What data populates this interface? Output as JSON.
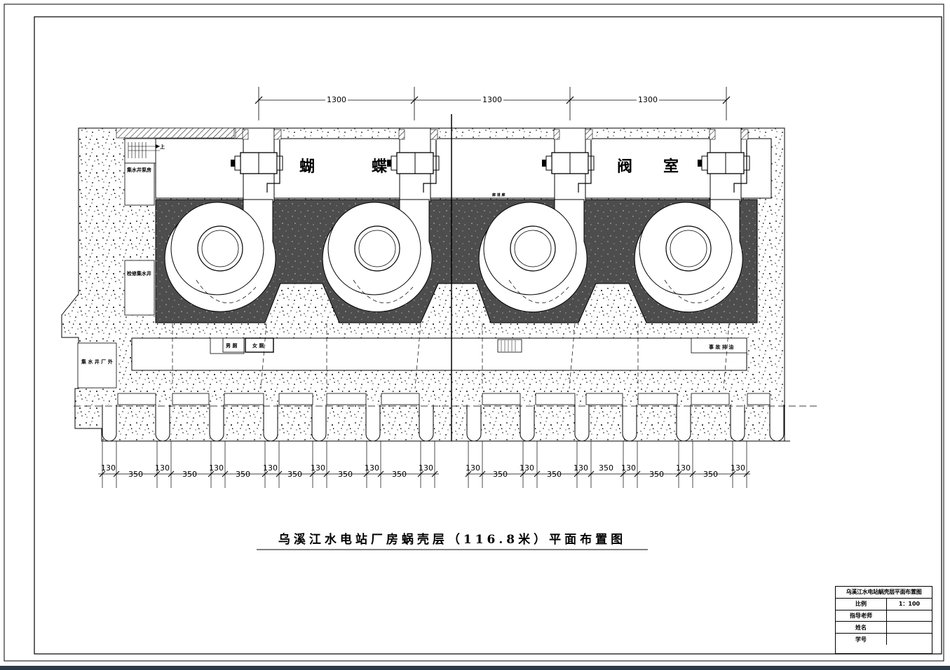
{
  "drawing": {
    "main_title": "乌溪江水电站厂房蜗壳层（116.8米）平面布置图",
    "room_labels": {
      "butterfly": "蝴",
      "butterfly2": "蝶",
      "valve": "阀",
      "room": "室",
      "collection_pump": "集水井泵房",
      "drain_well": "检修集水井",
      "outside_well": "集 水 井 厂 外",
      "men_wc": "男 厕",
      "women_wc": "女 厕",
      "accident_drain": "事 故 排 油",
      "corridor": "廊 道 廊",
      "stair_up": "上"
    },
    "top_dimensions": [
      "1300",
      "1300",
      "1300"
    ],
    "bottom_dimensions": [
      "130",
      "350",
      "130",
      "350",
      "130",
      "350",
      "130",
      "350",
      "130",
      "350",
      "130",
      "350",
      "130",
      "130",
      "350",
      "130",
      "350",
      "130",
      "350",
      "130",
      "350",
      "130",
      "350",
      "130"
    ]
  },
  "title_block": {
    "title": "乌溪江水电站蜗壳层平面布置图",
    "scale_label": "比例",
    "scale_value": "1：100",
    "teacher_label": "指导老师",
    "teacher_value": "",
    "name_label": "姓名",
    "name_value": "",
    "id_label": "学号",
    "id_value": ""
  },
  "colors": {
    "line": "#000000",
    "concrete_dark": "#4d4d4d",
    "background": "#ffffff"
  }
}
